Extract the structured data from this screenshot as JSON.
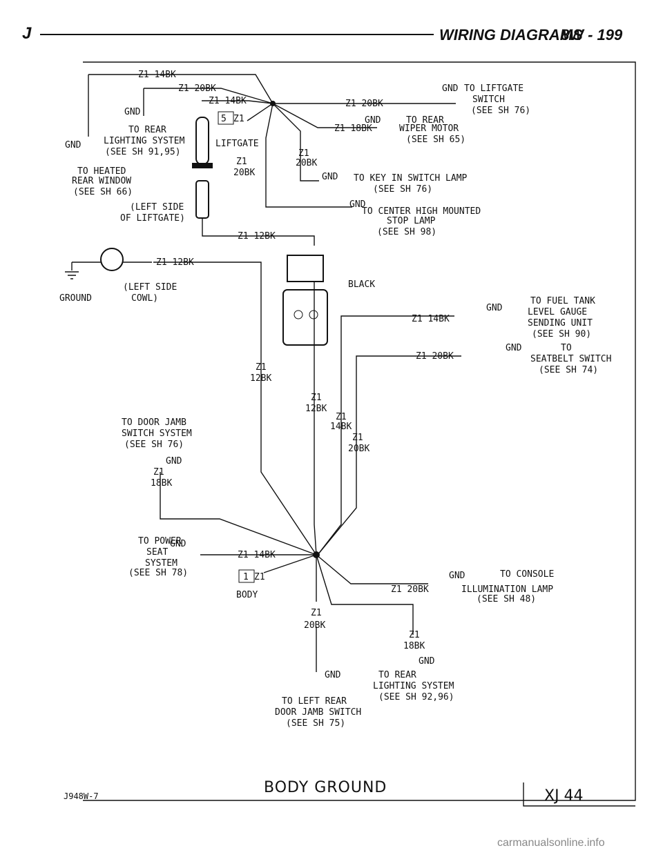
{
  "header": {
    "left": "J",
    "title": "WIRING DIAGRAMS",
    "page": "8W - 199"
  },
  "figure_code": "J948W-7",
  "title": "BODY GROUND",
  "model_box": "XJ 44",
  "watermark": "carmanualsonline.info",
  "connectors": {
    "c5": "5",
    "c1": "1",
    "cz": "Z1"
  },
  "labels": [
    "Z1 14BK",
    "Z1 20BK",
    "Z1 14BK",
    "GND",
    "TO LIFTGATE",
    "Z1 20BK",
    "SWITCH",
    "(SEE SH 76)",
    "GND",
    "GND",
    "TO REAR",
    "Z1 18BK",
    "WIPER MOTOR",
    "(SEE SH 65)",
    "TO REAR",
    "LIGHTING SYSTEM",
    "GND",
    "(SEE SH 91,95)",
    "LIFTGATE",
    "Z1",
    "20BK",
    "Z1",
    "20BK",
    "GND",
    "TO KEY IN SWITCH LAMP",
    "(SEE SH 76)",
    "TO HEATED",
    "REAR WINDOW",
    "(SEE SH 66)",
    "(LEFT SIDE",
    "OF LIFTGATE)",
    "GND",
    "TO CENTER HIGH MOUNTED",
    "STOP LAMP",
    "(SEE SH 98)",
    "Z1 12BK",
    "Z1 12BK",
    "BLACK",
    "(LEFT SIDE",
    "COWL)",
    "GROUND",
    "TO FUEL TANK",
    "GND",
    "LEVEL GAUGE",
    "Z1 14BK",
    "SENDING UNIT",
    "(SEE SH 90)",
    "GND",
    "TO",
    "Z1 20BK",
    "SEATBELT SWITCH",
    "(SEE SH 74)",
    "Z1",
    "12BK",
    "Z1",
    "12BK",
    "Z1",
    "14BK",
    "Z1",
    "20BK",
    "TO DOOR JAMB",
    "SWITCH SYSTEM",
    "(SEE SH 76)",
    "GND",
    "Z1",
    "18BK",
    "TO POWER",
    "GND",
    "SEAT",
    "SYSTEM",
    "Z1 14BK",
    "(SEE SH 78)",
    "GND",
    "TO CONSOLE",
    "Z1 20BK",
    "ILLUMINATION LAMP",
    "(SEE SH 48)",
    "BODY",
    "Z1",
    "20BK",
    "Z1",
    "18BK",
    "GND",
    "GND",
    "TO REAR",
    "LIGHTING SYSTEM",
    "(SEE SH 92,96)",
    "TO LEFT REAR",
    "DOOR JAMB SWITCH",
    "(SEE SH 75)"
  ]
}
